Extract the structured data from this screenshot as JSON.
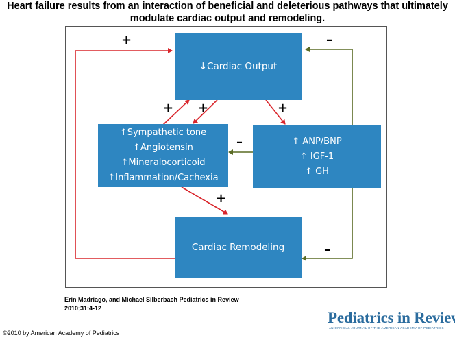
{
  "title": {
    "line1": "Heart failure results from an interaction of beneficial and deleterious pathways that ultimately",
    "line2": "modulate cardiac output and remodeling."
  },
  "nodes": {
    "cardiac_output": {
      "label": "↓Cardiac Output"
    },
    "neurohormonal": {
      "lines": [
        "↑Sympathetic tone",
        "↑Angiotensin",
        "↑Mineralocorticoid",
        "↑Inflammation/Cachexia"
      ]
    },
    "counter_regulatory": {
      "lines": [
        "↑ ANP/BNP",
        "↑ IGF-1",
        "↑ GH"
      ]
    },
    "cardiac_remodeling": {
      "label": "Cardiac Remodeling"
    }
  },
  "signs": {
    "remodeling_to_output": "+",
    "counter_to_output": "–",
    "neuro_to_output": "+",
    "output_to_neuro": "+",
    "output_to_counter": "+",
    "counter_to_neuro": "–",
    "neuro_to_remodeling": "+",
    "counter_to_remodeling": "–"
  },
  "colors": {
    "box_fill": "#2e86c1",
    "positive_arrow": "#d9262c",
    "negative_arrow": "#5a6b24",
    "logo_text": "#2b6c9e"
  },
  "citation": {
    "line1": "Erin Madriago, and Michael Silberbach Pediatrics in Review",
    "line2": "2010;31:4-12"
  },
  "copyright": "©2010 by American Academy of Pediatrics",
  "logo": {
    "name": "Pediatrics in Review",
    "tagline": "AN OFFICIAL JOURNAL OF THE AMERICAN ACADEMY OF PEDIATRICS"
  }
}
